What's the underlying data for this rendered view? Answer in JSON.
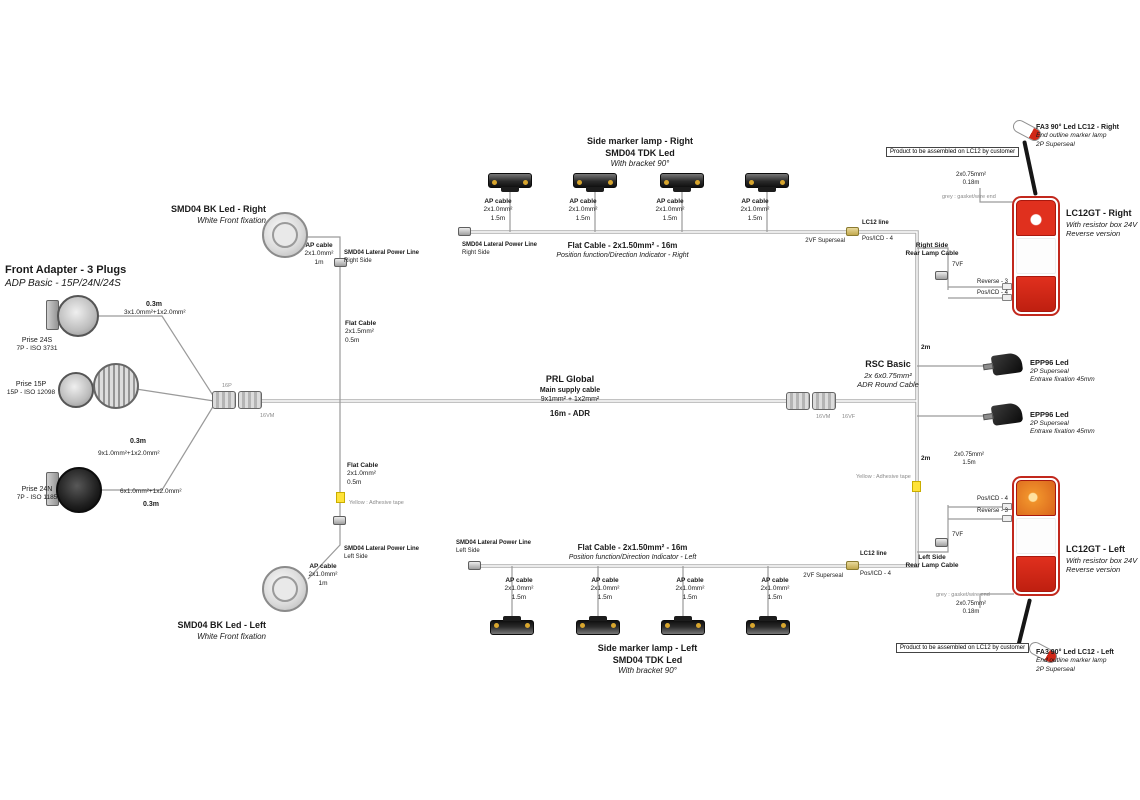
{
  "front_adapter": {
    "title": "Front Adapter - 3 Plugs",
    "subtitle": "ADP Basic - 15P/24N/24S",
    "plugs": [
      {
        "name": "Prise 24S",
        "pins": "7P - ISO 3731"
      },
      {
        "name": "Prise 15P",
        "pins": "15P - ISO 12098"
      },
      {
        "name": "Prise 24N",
        "pins": "7P - ISO 1185"
      }
    ],
    "seg_top": {
      "len": "0.3m",
      "spec": "3x1.0mm²+1x2.0mm²"
    },
    "seg_mid": {
      "len": "0.3m",
      "spec": "9x1.0mm²+1x2.0mm²"
    },
    "seg_bot": {
      "len": "0.3m",
      "spec": "6x1.0mm²+1x2.0mm²"
    },
    "conn_a": "16P",
    "conn_b": "16VM"
  },
  "front_lamp_right": {
    "title": "SMD04 BK Led - Right",
    "subtitle": "White Front fixation"
  },
  "front_lamp_left": {
    "title": "SMD04 BK Led - Left",
    "subtitle": "White Front fixation"
  },
  "ap_cable_1m": {
    "name": "AP cable",
    "spec": "2x1.0mm²",
    "len": "1m"
  },
  "ap_cable_15m": {
    "name": "AP cable",
    "spec": "2x1.0mm²",
    "len": "1.5m"
  },
  "lateral_right": {
    "name": "SMD04 Lateral Power Line",
    "side": "Right Side"
  },
  "lateral_left": {
    "name": "SMD04 Lateral Power Line",
    "side": "Left Side"
  },
  "flat_cable_top": {
    "name": "Flat Cable",
    "spec": "2x1.5mm²",
    "len": "0.5m"
  },
  "flat_cable_bottom": {
    "name": "Flat Cable",
    "spec": "2x1.0mm²",
    "len": "0.5m"
  },
  "tape_note": "Yellow : Adhesive tape",
  "marker_right": {
    "title": "Side marker lamp - Right",
    "model": "SMD04 TDK Led",
    "bracket": "With bracket 90°"
  },
  "marker_left": {
    "title": "Side marker lamp - Left",
    "model": "SMD04 TDK Led",
    "bracket": "With bracket 90°"
  },
  "bus_right": {
    "title": "Flat Cable - 2x1.50mm² - 16m",
    "subtitle": "Position function/Direction Indicator - Right"
  },
  "bus_left": {
    "title": "Flat Cable - 2x1.50mm² - 16m",
    "subtitle": "Position function/Direction Indicator - Left"
  },
  "prl": {
    "title": "PRL Global",
    "line2": "Main supply cable",
    "spec": "9x1mm² + 1x2mm²",
    "len": "16m - ADR"
  },
  "rsc": {
    "title": "RSC Basic",
    "spec": "2x 6x0.75mm²",
    "type": "ADR Round Cable",
    "conn_left": "16VM",
    "conn_right": "16VF"
  },
  "superseal": "2VF Superseal",
  "lc12_line": {
    "name": "LC12 line",
    "pin": "Pos/ICD - 4"
  },
  "rear_cable_right": {
    "line1": "Right Side",
    "line2": "Rear Lamp Cable"
  },
  "rear_cable_left": {
    "line1": "Left Side",
    "line2": "Rear Lamp Cable"
  },
  "conn_7vf": "7VF",
  "len_2m": "2m",
  "pin_reverse": "Reverse - 3",
  "pin_pos": "Pos/ICD - 4",
  "rear_lamp_right": {
    "title": "LC12GT - Right",
    "line2": "With resistor box 24V",
    "line3": "Reverse version"
  },
  "rear_lamp_left": {
    "title": "LC12GT - Left",
    "line2": "With resistor box 24V",
    "line3": "Reverse version"
  },
  "fa3_right": {
    "title": "FA3 90° Led LC12 - Right",
    "line2": "End outline marker lamp",
    "line3": "2P Superseal"
  },
  "fa3_left": {
    "title": "FA3 90° Led LC12 - Left",
    "line2": "End outline marker lamp",
    "line3": "2P Superseal"
  },
  "customer_note": "Product to be assembled on LC12 by customer",
  "stub_cable": {
    "spec": "2x0.75mm²",
    "len": "0.18m"
  },
  "stub_note": "grey : gasket/wire end",
  "epp96": {
    "title": "EPP96 Led",
    "line2": "2P Superseal",
    "line3": "Entraxe fixation 45mm"
  },
  "epp_cable": {
    "spec": "2x0.75mm²",
    "len": "1.5m"
  }
}
